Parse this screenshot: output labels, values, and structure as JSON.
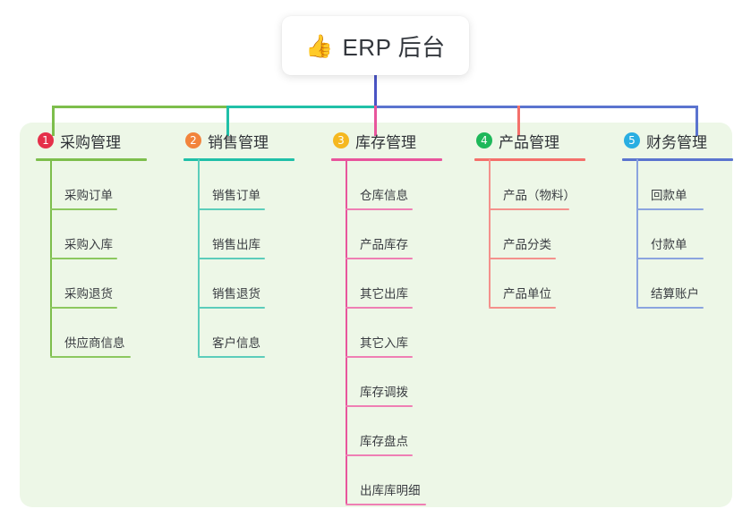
{
  "root": {
    "icon": "thumbs-up-icon",
    "emoji": "👍",
    "title": "ERP 后台"
  },
  "panel": {
    "background": "#edf7e7"
  },
  "colors": {
    "col1_line": "#7dbe4c",
    "col1_badge": "#e5304a",
    "col2_line": "#20c0a8",
    "col2_badge": "#f2843c",
    "col3_line": "#e8559c",
    "col3_badge": "#f5b820",
    "col4_line": "#f4706b",
    "col4_badge": "#1eb85a",
    "col5_line": "#5b74cf",
    "col5_badge": "#29aee2",
    "root_stem": "#4a54c4"
  },
  "columns": [
    {
      "index": "1",
      "title": "采购管理",
      "badge_color": "#e5304a",
      "line_color": "#7dbe4c",
      "items": [
        "采购订单",
        "采购入库",
        "采购退货",
        "供应商信息"
      ]
    },
    {
      "index": "2",
      "title": "销售管理",
      "badge_color": "#f2843c",
      "line_color": "#20c0a8",
      "items": [
        "销售订单",
        "销售出库",
        "销售退货",
        "客户信息"
      ]
    },
    {
      "index": "3",
      "title": "库存管理",
      "badge_color": "#f5b820",
      "line_color": "#e8559c",
      "items": [
        "仓库信息",
        "产品库存",
        "其它出库",
        "其它入库",
        "库存调拨",
        "库存盘点",
        "出库库明细"
      ]
    },
    {
      "index": "4",
      "title": "产品管理",
      "badge_color": "#1eb85a",
      "line_color": "#f4706b",
      "items": [
        "产品（物料）",
        "产品分类",
        "产品单位"
      ]
    },
    {
      "index": "5",
      "title": "财务管理",
      "badge_color": "#29aee2",
      "line_color": "#5b74cf",
      "items": [
        "回款单",
        "付款单",
        "结算账户"
      ]
    }
  ]
}
